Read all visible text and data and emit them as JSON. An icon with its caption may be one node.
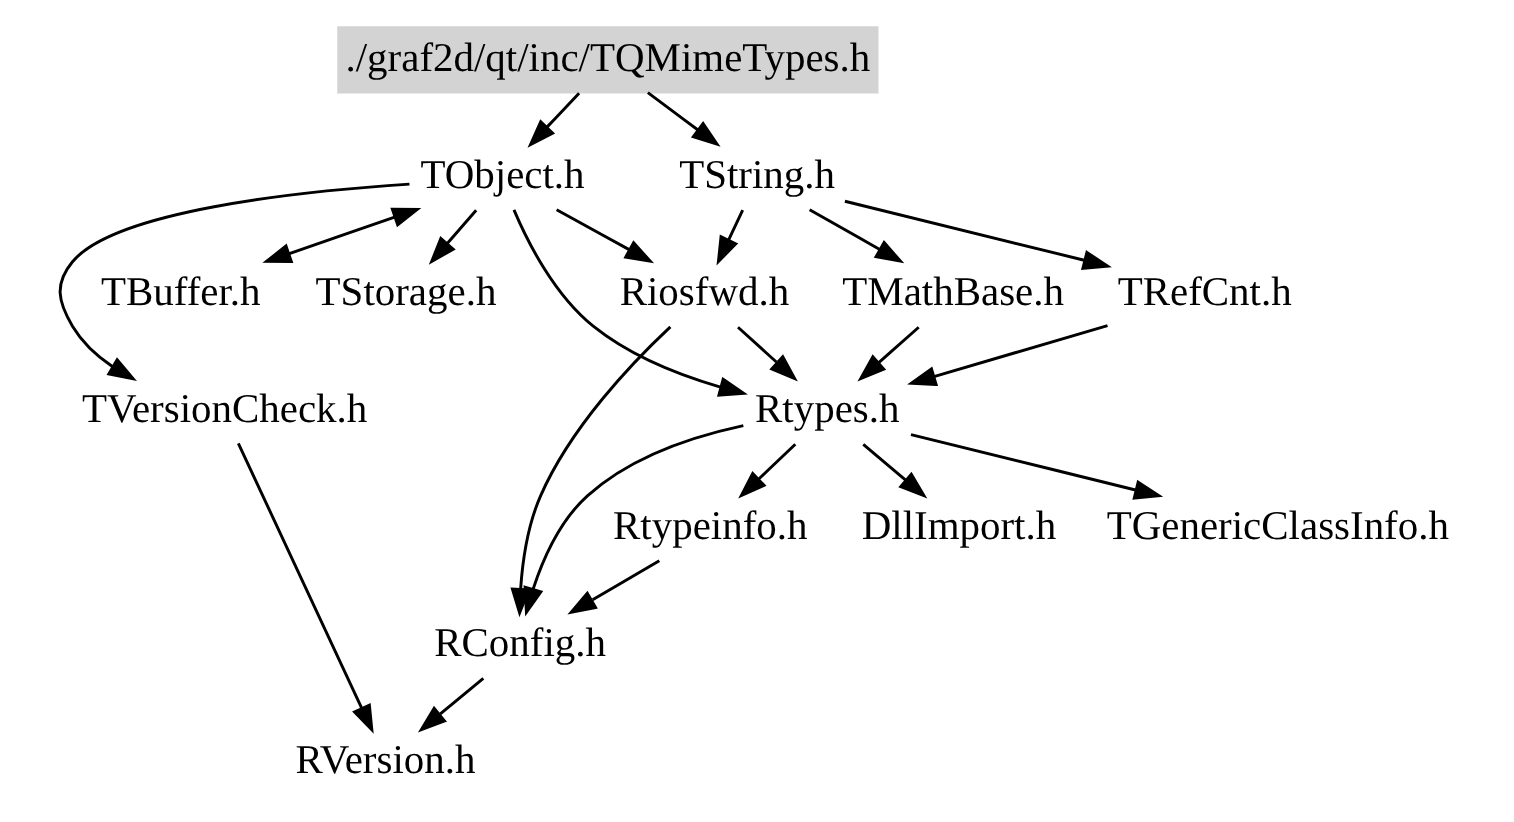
{
  "diagram": {
    "nodes": [
      {
        "text": [
          "./graf2d/qt/inc/TQMimeTypes.h"
        ]
      },
      {
        "text": [
          "TObject.h"
        ]
      },
      {
        "text": [
          "TString.h"
        ]
      },
      {
        "text": [
          "TBuffer.h"
        ]
      },
      {
        "text": [
          "TStorage.h"
        ]
      },
      {
        "text": [
          "Riosfwd.h"
        ]
      },
      {
        "text": [
          "TRefCnt.h"
        ]
      },
      {
        "text": [
          "TMathBase.h"
        ]
      },
      {
        "text": [
          "TVersionCheck.h"
        ]
      },
      {
        "text": [
          "Rtypes.h"
        ]
      },
      {
        "text": [
          "DllImport.h"
        ]
      },
      {
        "text": [
          "TGenericClassInfo.h"
        ]
      },
      {
        "text": [
          "Rtypeinfo.h"
        ]
      },
      {
        "text": [
          "RConfig.h"
        ]
      },
      {
        "text": [
          "RVersion.h"
        ]
      }
    ],
    "edges": [
      {
        "from": 0,
        "to": 1,
        "arrow": "to"
      },
      {
        "from": 0,
        "to": 2,
        "arrow": "to"
      },
      {
        "from": 1,
        "to": 3,
        "arrow": "both"
      },
      {
        "from": 1,
        "to": 4,
        "arrow": "to"
      },
      {
        "from": 1,
        "to": 5,
        "arrow": "to"
      },
      {
        "from": 1,
        "to": 8,
        "arrow": "to"
      },
      {
        "from": 1,
        "to": 9,
        "arrow": "to"
      },
      {
        "from": 2,
        "to": 5,
        "arrow": "to"
      },
      {
        "from": 2,
        "to": 6,
        "arrow": "to"
      },
      {
        "from": 2,
        "to": 7,
        "arrow": "to"
      },
      {
        "from": 5,
        "to": 9,
        "arrow": "to"
      },
      {
        "from": 5,
        "to": 13,
        "arrow": "to"
      },
      {
        "from": 6,
        "to": 9,
        "arrow": "to"
      },
      {
        "from": 7,
        "to": 9,
        "arrow": "to"
      },
      {
        "from": 9,
        "to": 10,
        "arrow": "to"
      },
      {
        "from": 9,
        "to": 11,
        "arrow": "to"
      },
      {
        "from": 9,
        "to": 12,
        "arrow": "to"
      },
      {
        "from": 9,
        "to": 13,
        "arrow": "to"
      },
      {
        "from": 12,
        "to": 13,
        "arrow": "to"
      },
      {
        "from": 8,
        "to": 14,
        "arrow": "to"
      },
      {
        "from": 13,
        "to": 14,
        "arrow": "to"
      }
    ]
  }
}
